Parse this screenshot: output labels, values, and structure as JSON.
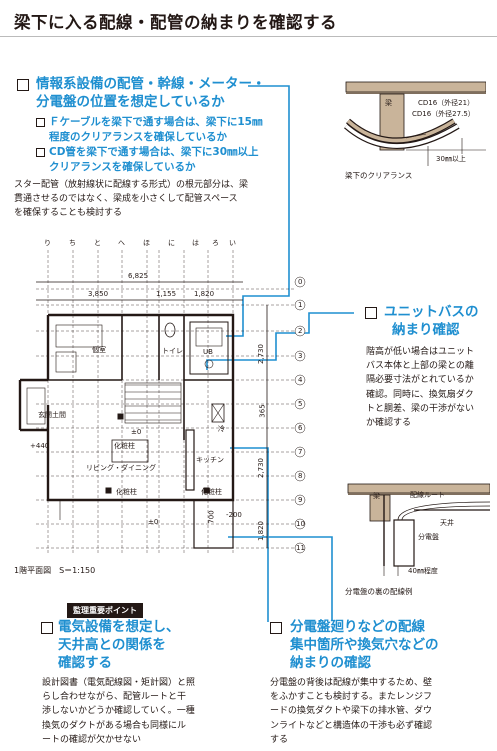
{
  "title": "梁下に入る配線・配管の納まりを確認する",
  "section_info": {
    "heading_lines": [
      "情報系設備の配管・幹線・メーター・",
      "分電盤の位置を想定しているか"
    ],
    "sub1": [
      "Ｆケーブルを梁下で通す場合は、梁下に15㎜",
      "程度のクリアランスを確保しているか"
    ],
    "sub2": [
      "CD管を梁下で通す場合は、梁下に30㎜以上",
      "クリアランスを確保しているか"
    ],
    "body": [
      "スター配管（放射線状に配線する形式）の根元部分は、梁",
      "貫通させるのではなく、梁成を小さくして配管スペース",
      "を確保することも検討する"
    ]
  },
  "beam_figure": {
    "beam_label": "梁",
    "cd1": "CD16（外径21）",
    "cd2": "CD16（外径27.5）",
    "clearance": "30㎜以上",
    "caption": "梁下のクリアランス"
  },
  "plan": {
    "col_letters": [
      "り",
      "ち",
      "と",
      "へ",
      "ほ",
      "に",
      "は",
      "ろ",
      "い"
    ],
    "total_dim": "6,825",
    "dims": [
      "3,850",
      "1,155",
      "1,820"
    ],
    "row_numbers": [
      "0",
      "1",
      "2",
      "3",
      "4",
      "5",
      "6",
      "7",
      "8",
      "9",
      "10",
      "11"
    ],
    "v_dims": [
      "2,730",
      "365",
      "2,730",
      "1,820"
    ],
    "rooms": {
      "bedroom": "個室",
      "toilet": "トイレ",
      "ub": "UB",
      "entrance": "玄関土間",
      "level0": "±0",
      "makeup1": "化粧柱",
      "living": "リビング・ダイニング",
      "kitchen": "キッチン",
      "fridge": "冷",
      "plus440": "+440",
      "makeup2": "化粧柱",
      "makeup3": "化粧柱",
      "level0b": "±0",
      "minus200": "-200",
      "dim700": "700"
    },
    "caption": "1階平面図　S＝1:150"
  },
  "unit_bath": {
    "heading_lines": [
      "ユニットバスの",
      "納まり確認"
    ],
    "body": [
      "階高が低い場合はユニット",
      "バス本体と上部の梁との離",
      "隔必要寸法がとれているか",
      "確認。同時に、換気扇ダク",
      "トと胴差、梁の干渉がない",
      "か確認する"
    ]
  },
  "panel_figure": {
    "beam_label": "梁",
    "route": "配線ルート",
    "ceiling": "天井",
    "panel": "分電盤",
    "gap": "40㎜程度",
    "caption": "分電盤の裏の配線例"
  },
  "badge": "監理重要ポイント",
  "electric": {
    "heading_lines": [
      "電気設備を想定し、",
      "天井高との関係を",
      "確認する"
    ],
    "body": [
      "設計図書（電気配線図・矩計図）と照",
      "らし合わせながら、配管ルートと干",
      "渉しないかどうか確認していく。一種",
      "換気のダクトがある場合も同様にル",
      "ートの確認が欠かせない"
    ]
  },
  "panel_area": {
    "heading_lines": [
      "分電盤廻りなどの配線",
      "集中箇所や換気穴などの",
      "納まりの確認"
    ],
    "body": [
      "分電盤の背後は配線が集中するため、壁",
      "をふかすことも検討する。またレンジフ",
      "ードの換気ダクトや梁下の排水管、ダウ",
      "ンライトなどと構造体の干渉も必ず確認",
      "する"
    ]
  },
  "colors": {
    "accent": "#1f8fd0",
    "text": "#231815",
    "wood": "#c9b49a"
  }
}
